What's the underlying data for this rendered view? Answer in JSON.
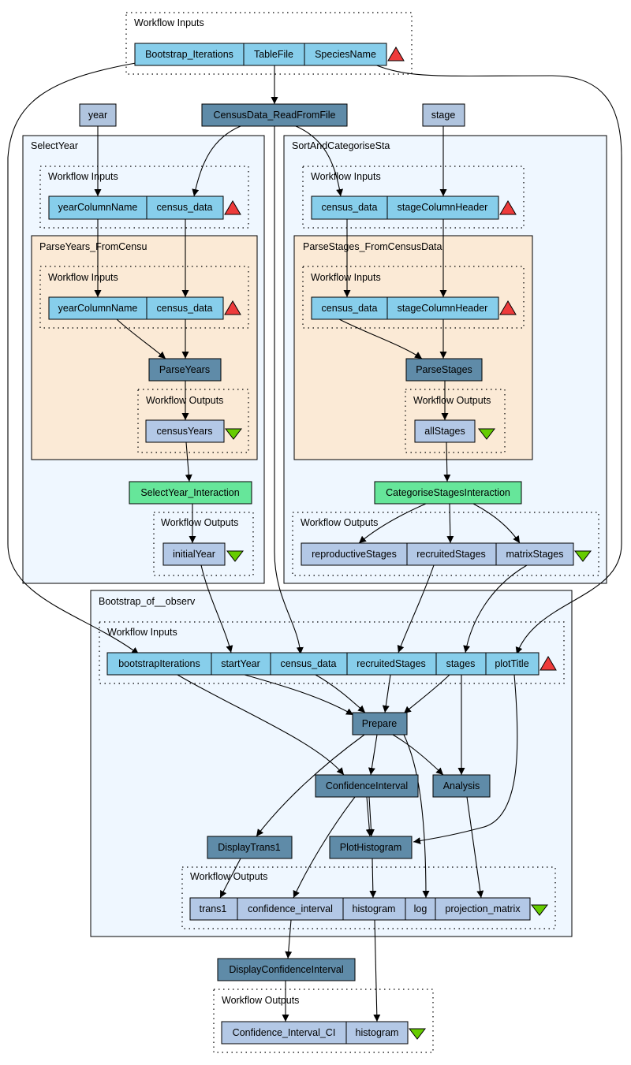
{
  "colors": {
    "input_port": "#87ceeb",
    "processor": "#5f8ba8",
    "interaction": "#66e69a",
    "output_port": "#b3c8e6",
    "workflow_const": "#b0c4de",
    "subworkflow_bg": "#eff7ff",
    "nested_bg": "#fbead6",
    "up_triangle": "#ee3b3b",
    "down_triangle": "#66cc00"
  },
  "top_inputs": {
    "title": "Workflow Inputs",
    "ports": [
      "Bootstrap_Iterations",
      "TableFile",
      "SpeciesName"
    ]
  },
  "nodes": {
    "year": "year",
    "census_read": "CensusData_ReadFromFile",
    "stage": "stage"
  },
  "select_year": {
    "title": "SelectYear",
    "inputs_title": "Workflow Inputs",
    "inputs": [
      "yearColumnName",
      "census_data"
    ],
    "nested": {
      "title": "ParseYears_FromCensu",
      "inputs_title": "Workflow Inputs",
      "inputs": [
        "yearColumnName",
        "census_data"
      ],
      "processor": "ParseYears",
      "outputs_title": "Workflow Outputs",
      "outputs": [
        "censusYears"
      ]
    },
    "interaction": "SelectYear_Interaction",
    "outputs_title": "Workflow Outputs",
    "outputs": [
      "initialYear"
    ]
  },
  "sort_stages": {
    "title": "SortAndCategoriseSta",
    "inputs_title": "Workflow Inputs",
    "inputs": [
      "census_data",
      "stageColumnHeader"
    ],
    "nested": {
      "title": "ParseStages_FromCensusData",
      "inputs_title": "Workflow Inputs",
      "inputs": [
        "census_data",
        "stageColumnHeader"
      ],
      "processor": "ParseStages",
      "outputs_title": "Workflow Outputs",
      "outputs": [
        "allStages"
      ]
    },
    "interaction": "CategoriseStagesInteraction",
    "outputs_title": "Workflow Outputs",
    "outputs": [
      "reproductiveStages",
      "recruitedStages",
      "matrixStages"
    ]
  },
  "bootstrap": {
    "title": "Bootstrap_of__observ",
    "inputs_title": "Workflow Inputs",
    "inputs": [
      "bootstrapIterations",
      "startYear",
      "census_data",
      "recruitedStages",
      "stages",
      "plotTitle"
    ],
    "processors": {
      "prepare": "Prepare",
      "confidence_interval": "ConfidenceInterval",
      "analysis": "Analysis",
      "display_trans": "DisplayTrans1",
      "plot_histogram": "PlotHistogram"
    },
    "outputs_title": "Workflow Outputs",
    "outputs": [
      "trans1",
      "confidence_interval",
      "histogram",
      "log",
      "projection_matrix"
    ]
  },
  "final": {
    "processor": "DisplayConfidenceInterval",
    "outputs_title": "Workflow Outputs",
    "outputs": [
      "Confidence_Interval_CI",
      "histogram"
    ]
  }
}
